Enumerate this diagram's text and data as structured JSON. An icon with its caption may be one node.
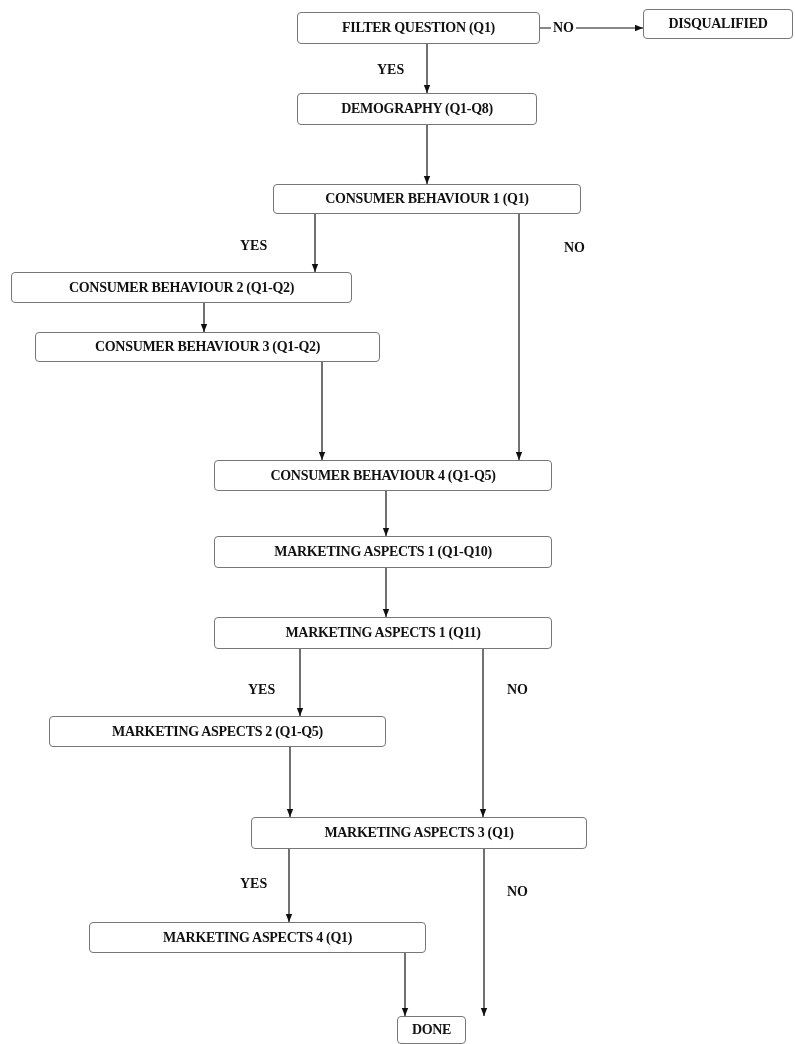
{
  "diagram": {
    "nodes": [
      {
        "text": [
          "FILTER QUESTION (Q1)"
        ]
      },
      {
        "text": [
          "DISQUALIFIED"
        ]
      },
      {
        "text": [
          "DEMOGRAPHY (Q1-Q8)"
        ]
      },
      {
        "text": [
          "CONSUMER BEHAVIOUR 1 (Q1)"
        ]
      },
      {
        "text": [
          "CONSUMER BEHAVIOUR 2 (Q1-Q2)"
        ]
      },
      {
        "text": [
          "CONSUMER BEHAVIOUR 3 (Q1-Q2)"
        ]
      },
      {
        "text": [
          "CONSUMER BEHAVIOUR 4 (Q1-Q5)"
        ]
      },
      {
        "text": [
          "MARKETING ASPECTS 1 (Q1-Q10)"
        ]
      },
      {
        "text": [
          "MARKETING ASPECTS 1 (Q11)"
        ]
      },
      {
        "text": [
          "MARKETING ASPECTS 2 (Q1-Q5)"
        ]
      },
      {
        "text": [
          "MARKETING ASPECTS 3 (Q1)"
        ]
      },
      {
        "text": [
          "MARKETING ASPECTS 4 (Q1)"
        ]
      },
      {
        "text": [
          "DONE"
        ]
      }
    ],
    "edges": [
      {
        "from": 0,
        "to": 1,
        "arrow": "to",
        "label": "NO"
      },
      {
        "from": 0,
        "to": 2,
        "arrow": "to",
        "label": "YES"
      },
      {
        "from": 2,
        "to": 3,
        "arrow": "to"
      },
      {
        "from": 3,
        "to": 4,
        "arrow": "to",
        "label": "YES"
      },
      {
        "from": 3,
        "to": 6,
        "arrow": "to",
        "label": "NO"
      },
      {
        "from": 4,
        "to": 5,
        "arrow": "to"
      },
      {
        "from": 5,
        "to": 6,
        "arrow": "to"
      },
      {
        "from": 6,
        "to": 7,
        "arrow": "to"
      },
      {
        "from": 7,
        "to": 8,
        "arrow": "to"
      },
      {
        "from": 8,
        "to": 9,
        "arrow": "to",
        "label": "YES"
      },
      {
        "from": 8,
        "to": 10,
        "arrow": "to",
        "label": "NO"
      },
      {
        "from": 9,
        "to": 10,
        "arrow": "to"
      },
      {
        "from": 10,
        "to": 11,
        "arrow": "to",
        "label": "YES"
      },
      {
        "from": 10,
        "to": 12,
        "arrow": "to",
        "label": "NO"
      },
      {
        "from": 11,
        "to": 12,
        "arrow": "to"
      }
    ]
  }
}
